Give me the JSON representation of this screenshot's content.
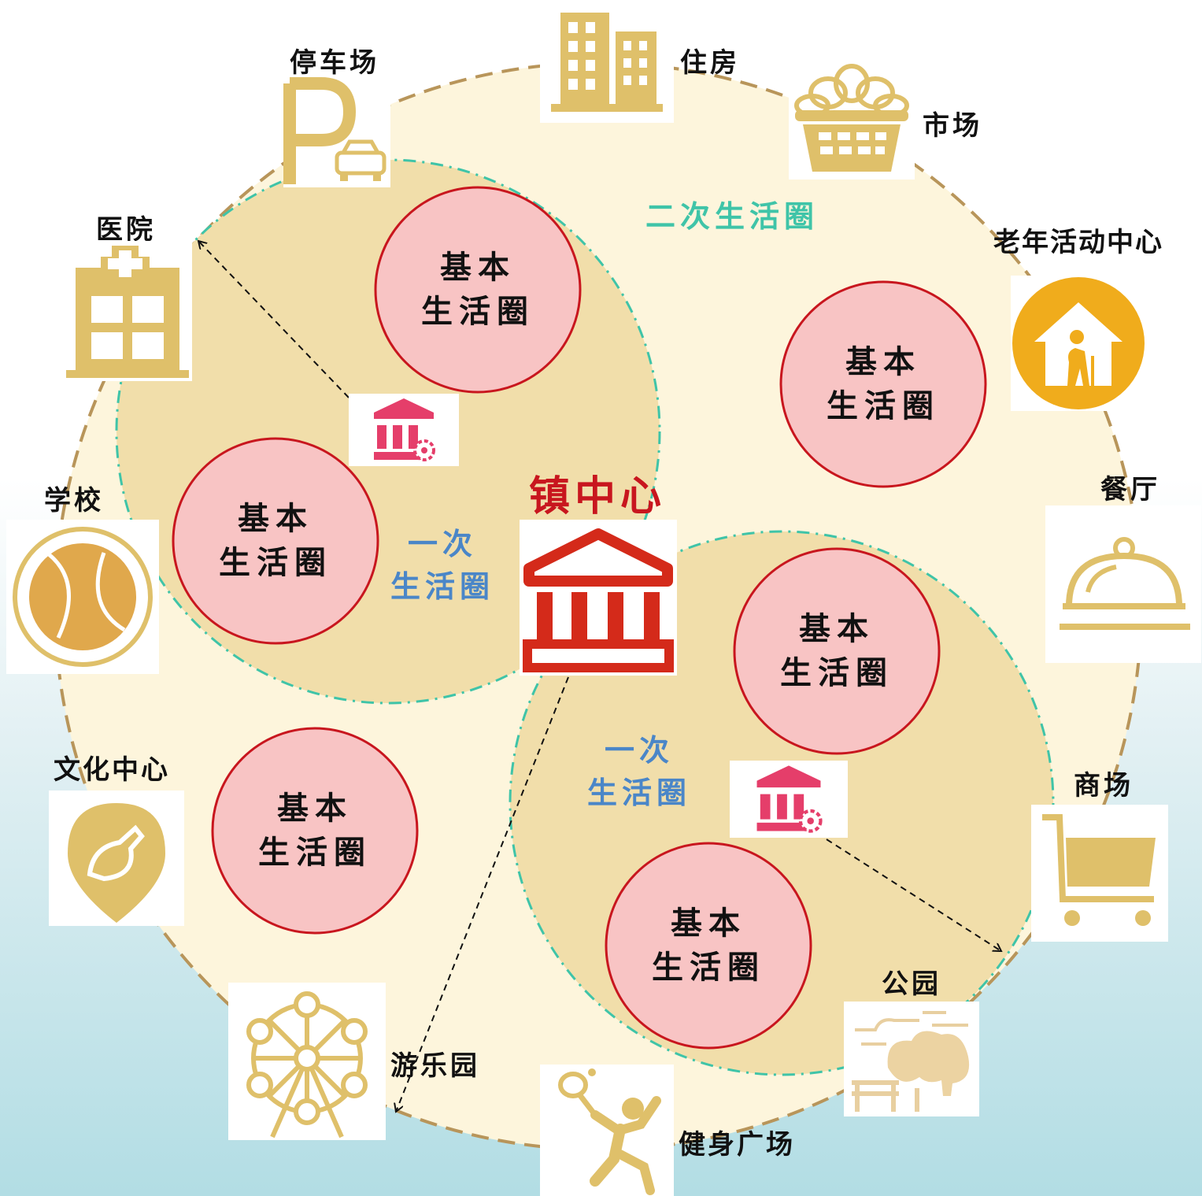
{
  "center": {
    "label": "镇中心"
  },
  "zones": {
    "secondary": "二次生活圈",
    "primary_left_line1": "一次",
    "primary_left_line2": "生活圈",
    "primary_right_line1": "一次",
    "primary_right_line2": "生活圈"
  },
  "basic_circle": {
    "line1": "基本",
    "line2": "生活圈"
  },
  "facilities": {
    "parking": "停车场",
    "housing": "住房",
    "market": "市场",
    "elderly_center": "老年活动中心",
    "hospital": "医院",
    "school": "学校",
    "restaurant": "餐厅",
    "culture_center": "文化中心",
    "mall": "商场",
    "park": "公园",
    "amusement_park": "游乐园",
    "fitness_square": "健身广场"
  },
  "colors": {
    "outer_fill": "#fdf5dc",
    "outer_border": "#b8955a",
    "inner_fill": "#f1deaa",
    "inner_border": "#3fc4a8",
    "basic_fill": "#f8c4c4",
    "basic_border": "#c8161e",
    "center_red": "#d42a1a",
    "icon_gold": "#dfc06a",
    "secondary_text": "#3fc4a8",
    "primary_text": "#4a86c8",
    "sub_center_pink": "#e53e6a"
  }
}
